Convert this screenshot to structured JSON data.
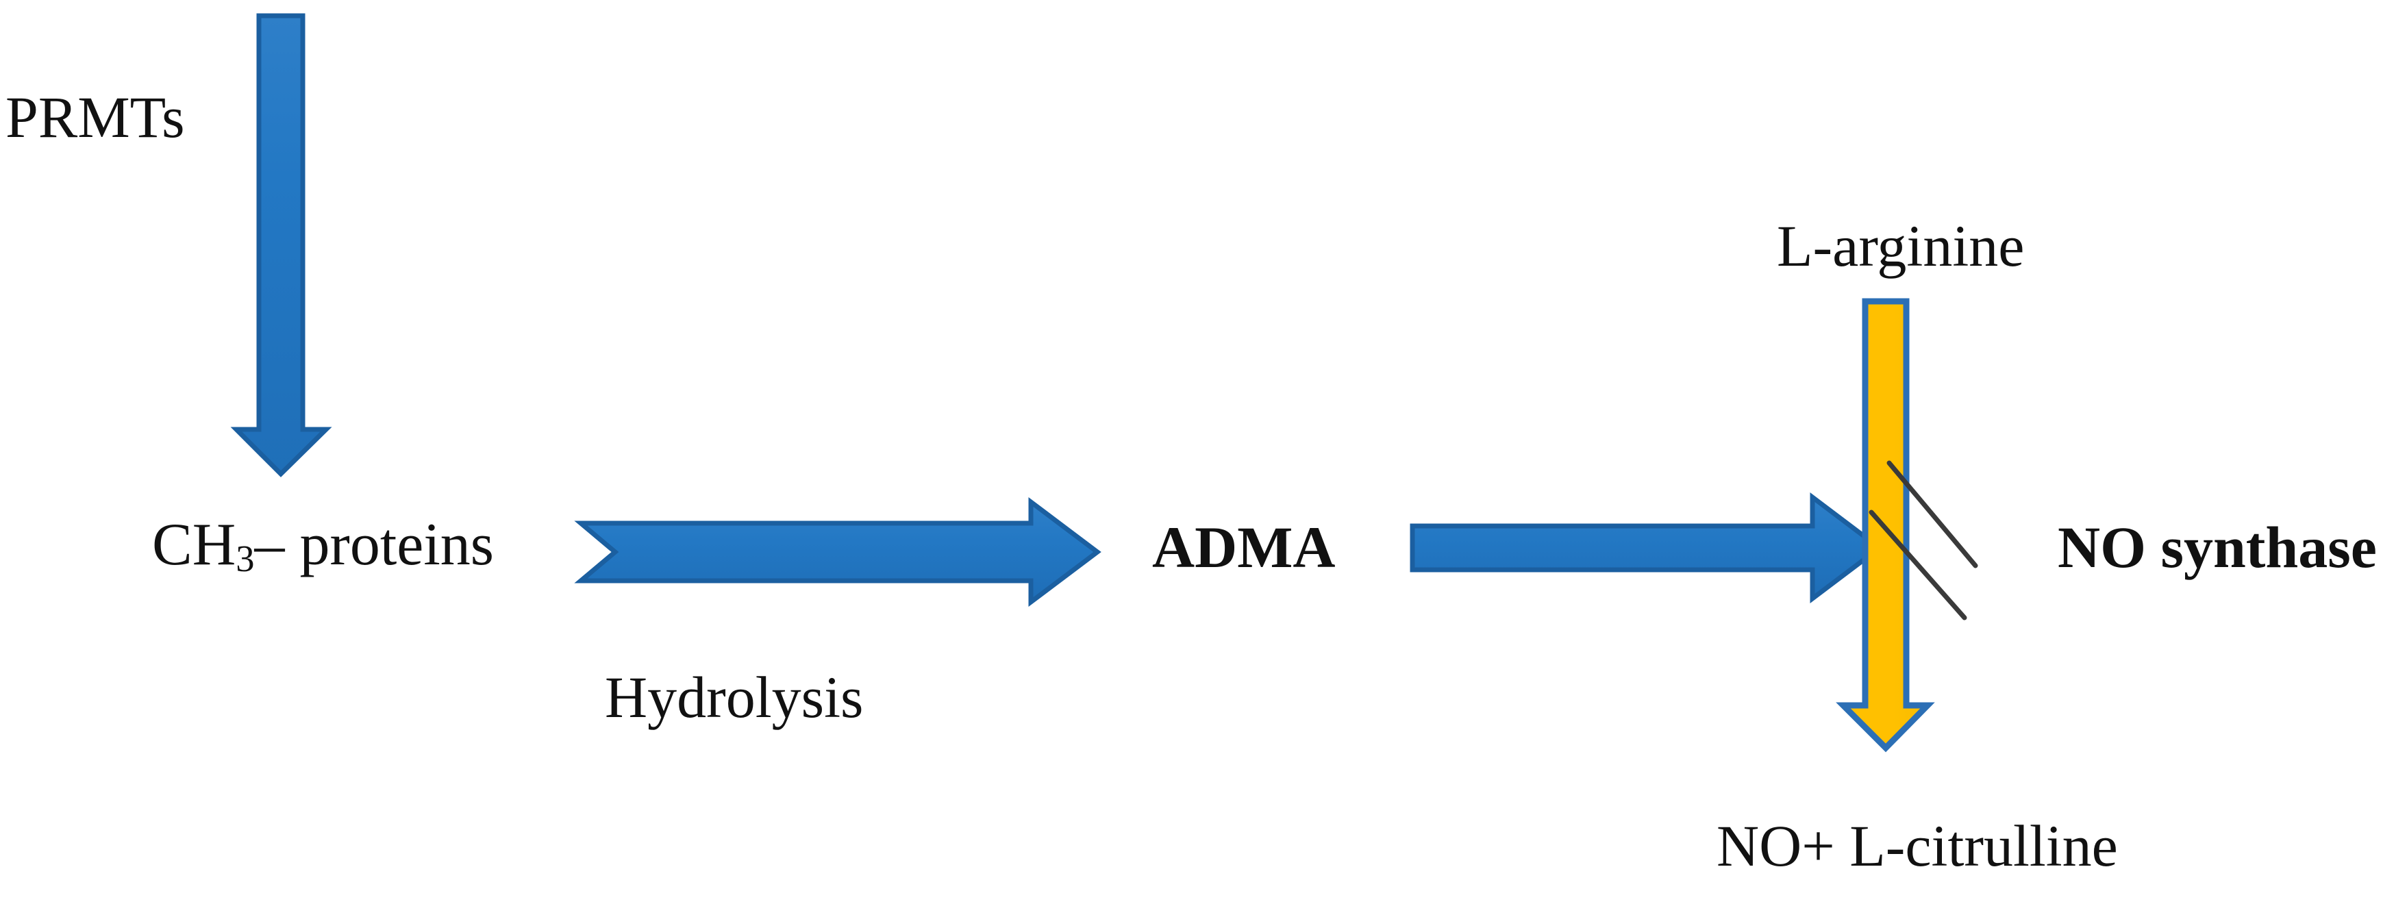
{
  "diagram": {
    "title": "PRMT / ADMA / NO synthase pathway",
    "background_color": "#FFFFFF",
    "colors": {
      "arrow_blue_fill": "#2378C4",
      "arrow_blue_stroke": "#1B5FA0",
      "arrow_yellow_fill": "#FFC000",
      "arrow_yellow_stroke": "#2C6FB5",
      "inhibition_line": "#3A3A3A",
      "text": "#111111"
    }
  },
  "labels": {
    "prmts": "PRMTs",
    "ch3_proteins_prefix": "CH",
    "ch3_proteins_sub": "3",
    "ch3_proteins_suffix": "– proteins",
    "hydrolysis": "Hydrolysis",
    "adma": "ADMA",
    "l_arginine": "L-arginine",
    "no_synthase": "NO synthase",
    "no_citrulline": "NO+ L-citrulline"
  },
  "arrows": [
    {
      "name": "prmts-down-arrow",
      "direction": "down",
      "color": "#2378C4",
      "from": "PRMTs",
      "to": "CH3– proteins"
    },
    {
      "name": "hydrolysis-right-arrow",
      "direction": "right",
      "color": "#2378C4",
      "from": "CH3– proteins",
      "to": "ADMA",
      "annotation": "Hydrolysis"
    },
    {
      "name": "adma-inhibition-arrow",
      "direction": "right",
      "color": "#2378C4",
      "from": "ADMA",
      "to": "NO synthase"
    },
    {
      "name": "nos-conversion-arrow",
      "direction": "down",
      "color": "#FFC000",
      "from": "L-arginine",
      "to": "NO+ L-citrulline"
    }
  ],
  "inhibition_marks": {
    "name": "double-slash-inhibition",
    "count": 2,
    "description": "two parallel black slash lines crossing the L-arginine arrow where ADMA arrives"
  }
}
